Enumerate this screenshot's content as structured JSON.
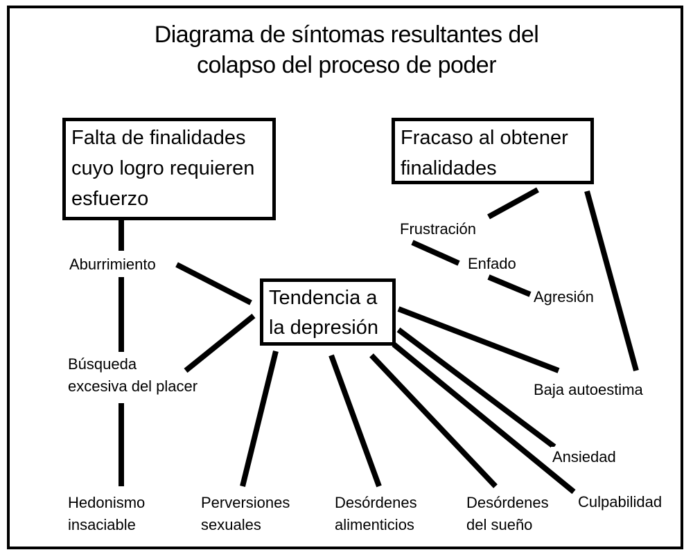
{
  "title": {
    "line1": "Diagrama de síntomas resultantes del",
    "line2": "colapso del proceso de poder"
  },
  "boxes": {
    "falta": [
      "Falta de finalidades",
      "cuyo logro requieren",
      "esfuerzo"
    ],
    "fracaso": [
      "Fracaso al obtener",
      "finalidades"
    ],
    "tendencia": [
      "Tendencia a",
      "la depresión"
    ]
  },
  "symptoms": {
    "aburrimiento": "Aburrimiento",
    "busqueda": [
      "Búsqueda",
      "excesiva del placer"
    ],
    "frustracion": "Frustración",
    "enfado": "Enfado",
    "agresion": "Agresión",
    "baja_autoestima": "Baja autoestima",
    "ansiedad": "Ansiedad",
    "culpabilidad": "Culpabilidad",
    "hedonismo": [
      "Hedonismo",
      "insaciable"
    ],
    "perversiones": [
      "Perversiones",
      "sexuales"
    ],
    "desordenes_alimenticios": [
      "Desórdenes",
      "alimenticios"
    ],
    "desordenes_sueno": [
      "Desórdenes",
      "del sueño"
    ]
  }
}
